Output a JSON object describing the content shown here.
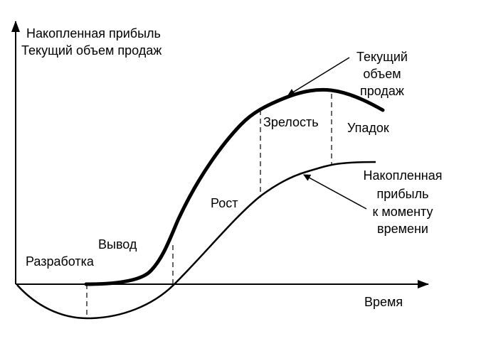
{
  "axes": {
    "y_label_line1": "Накопленная прибыль",
    "y_label_line2": "Текущий объем продаж",
    "x_label": "Время"
  },
  "stages": {
    "development": "Разработка",
    "introduction": "Вывод",
    "growth": "Рост",
    "maturity": "Зрелость",
    "decline": "Упадок"
  },
  "curves": {
    "sales": {
      "label_line1": "Текущий",
      "label_line2": "объем",
      "label_line3": "продаж"
    },
    "profit": {
      "label_line1": "Накопленная",
      "label_line2": "прибыль",
      "label_line3": "к моменту",
      "label_line4": "времени"
    }
  },
  "colors": {
    "ink": "#000000",
    "background": "#ffffff"
  }
}
